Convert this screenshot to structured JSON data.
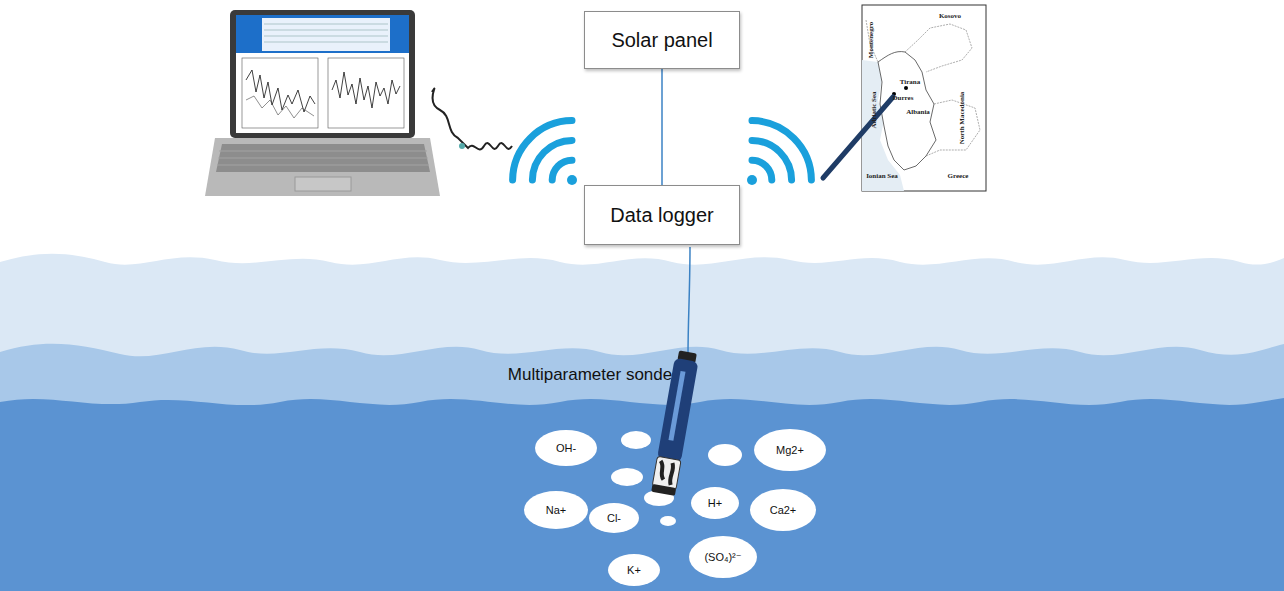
{
  "diagram": {
    "nodes": [
      {
        "text": [
          "Solar panel"
        ]
      },
      {
        "text": [
          "Data logger"
        ]
      },
      {
        "text": [
          "OH-"
        ]
      },
      {
        "text": [
          "Mg2+"
        ]
      },
      {
        "text": [
          "Na+"
        ]
      },
      {
        "text": [
          "Cl-"
        ]
      },
      {
        "text": [
          "H+"
        ]
      },
      {
        "text": [
          "Ca2+"
        ]
      },
      {
        "text": [
          "K+"
        ]
      },
      {
        "text": [
          "(SO₄)²⁻"
        ]
      }
    ],
    "edges": [
      {
        "from": 0,
        "to": 1,
        "arrow": "none"
      }
    ],
    "labels": [
      "Multiparameter sonde",
      "Montenegro",
      "Kosovo",
      "Tirana",
      "Durres",
      "Albania",
      "North Macedonia",
      "Adriatic Sea",
      "Ionian Sea",
      "Greece"
    ]
  }
}
